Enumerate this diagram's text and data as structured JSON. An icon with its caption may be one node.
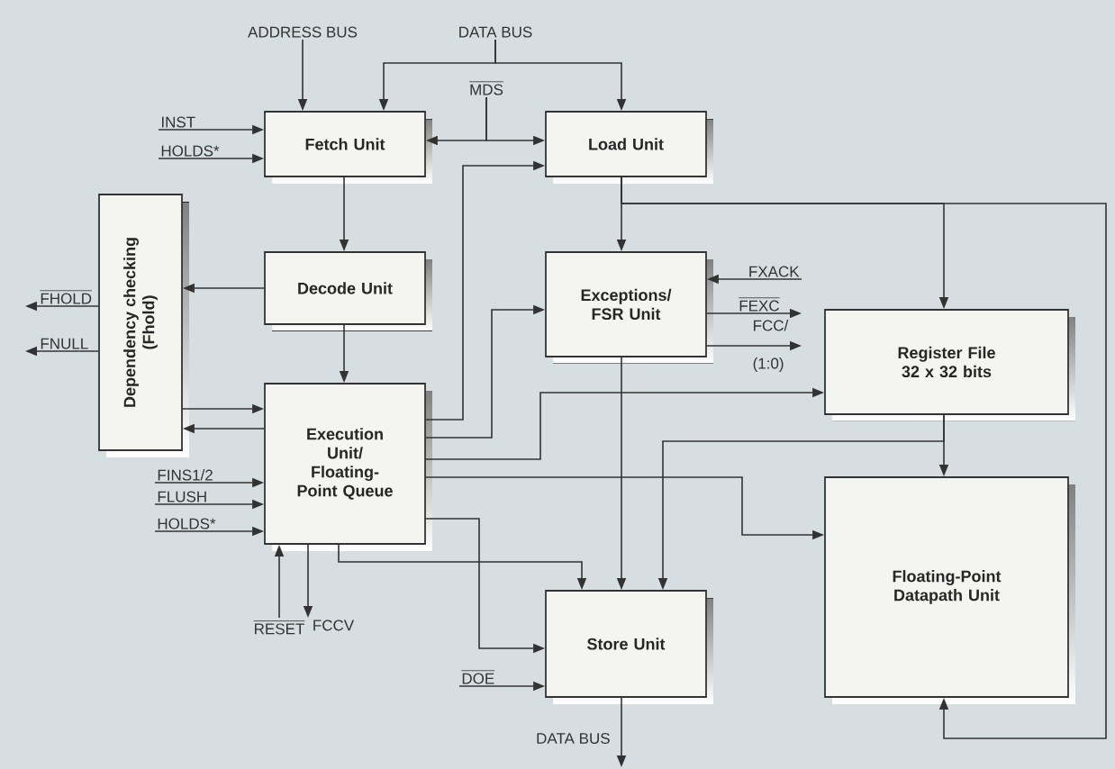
{
  "diagram": {
    "nodes": [
      {
        "text": [
          "Fetch Unit"
        ]
      },
      {
        "text": [
          "Load Unit"
        ]
      },
      {
        "text": [
          "Dependency checking (Fhold)"
        ]
      },
      {
        "text": [
          "Decode Unit"
        ]
      },
      {
        "text": [
          "Exceptions/ FSR Unit"
        ]
      },
      {
        "text": [
          "Register File 32 x 32 bits"
        ]
      },
      {
        "text": [
          "Execution Unit/ Floating-Point Queue"
        ]
      },
      {
        "text": [
          "Floating-Point Datapath Unit"
        ]
      },
      {
        "text": [
          "Store Unit"
        ]
      },
      {
        "text": [
          "ADDRESS BUS"
        ]
      },
      {
        "text": [
          "DATA BUS"
        ]
      },
      {
        "text": [
          "MDS"
        ]
      },
      {
        "text": [
          "INST"
        ]
      },
      {
        "text": [
          "HOLDS*"
        ]
      },
      {
        "text": [
          "FHOLD"
        ]
      },
      {
        "text": [
          "FNULL"
        ]
      },
      {
        "text": [
          "FINS1/2"
        ]
      },
      {
        "text": [
          "FLUSH"
        ]
      },
      {
        "text": [
          "HOLDS*"
        ]
      },
      {
        "text": [
          "RESET"
        ]
      },
      {
        "text": [
          "FCCV"
        ]
      },
      {
        "text": [
          "FXACK"
        ]
      },
      {
        "text": [
          "FEXC"
        ]
      },
      {
        "text": [
          "FCC/ (1:0)"
        ]
      },
      {
        "text": [
          "DOE"
        ]
      }
    ],
    "edges": [
      {
        "from": 9,
        "to": 0,
        "arrow": "to"
      },
      {
        "from": 10,
        "to": 0,
        "arrow": "to"
      },
      {
        "from": 10,
        "to": 1,
        "arrow": "to"
      },
      {
        "from": 11,
        "to": 0,
        "arrow": "to"
      },
      {
        "from": 11,
        "to": 1,
        "arrow": "to"
      },
      {
        "from": 12,
        "to": 0,
        "arrow": "to"
      },
      {
        "from": 13,
        "to": 0,
        "arrow": "to"
      },
      {
        "from": 0,
        "to": 3,
        "arrow": "to"
      },
      {
        "from": 3,
        "to": 2,
        "arrow": "to"
      },
      {
        "from": 3,
        "to": 6,
        "arrow": "to"
      },
      {
        "from": 2,
        "to": 6,
        "arrow": "to"
      },
      {
        "from": 6,
        "to": 2,
        "arrow": "to"
      },
      {
        "from": 2,
        "to": 14,
        "arrow": "to"
      },
      {
        "from": 2,
        "to": 15,
        "arrow": "to"
      },
      {
        "from": 16,
        "to": 6,
        "arrow": "to"
      },
      {
        "from": 17,
        "to": 6,
        "arrow": "to"
      },
      {
        "from": 18,
        "to": 6,
        "arrow": "to"
      },
      {
        "from": 19,
        "to": 6,
        "arrow": "to"
      },
      {
        "from": 6,
        "to": 20,
        "arrow": "to"
      },
      {
        "from": 6,
        "to": 1,
        "arrow": "to"
      },
      {
        "from": 6,
        "to": 4,
        "arrow": "to"
      },
      {
        "from": 6,
        "to": 5,
        "arrow": "to"
      },
      {
        "from": 6,
        "to": 7,
        "arrow": "to"
      },
      {
        "from": 6,
        "to": 8,
        "arrow": "to"
      },
      {
        "from": 6,
        "to": 8,
        "arrow": "to"
      },
      {
        "from": 1,
        "to": 4,
        "arrow": "to"
      },
      {
        "from": 1,
        "to": 5,
        "arrow": "to"
      },
      {
        "from": 1,
        "to": 7,
        "arrow": "to"
      },
      {
        "from": 4,
        "to": 8,
        "arrow": "to"
      },
      {
        "from": 5,
        "to": 7,
        "arrow": "to"
      },
      {
        "from": 5,
        "to": 8,
        "arrow": "to"
      },
      {
        "from": 21,
        "to": 4,
        "arrow": "to"
      },
      {
        "from": 4,
        "to": 22,
        "arrow": "to"
      },
      {
        "from": 4,
        "to": 23,
        "arrow": "to"
      },
      {
        "from": 24,
        "to": 8,
        "arrow": "to"
      },
      {
        "from": 8,
        "to": null,
        "arrow": "to",
        "label": "DATA BUS"
      }
    ]
  }
}
